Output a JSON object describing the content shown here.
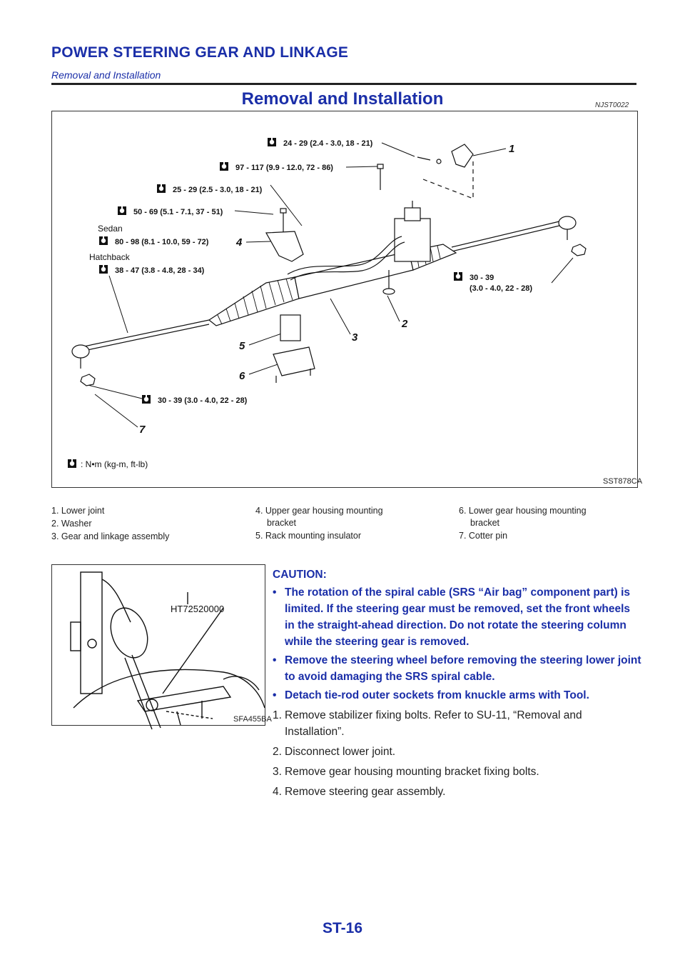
{
  "header": {
    "title": "POWER STEERING GEAR AND LINKAGE",
    "subtitle": "Removal and Installation"
  },
  "section": {
    "title": "Removal and Installation",
    "code": "NJST0022"
  },
  "figure1": {
    "code": "SST878CA",
    "torque_labels": [
      "24 - 29 (2.4 - 3.0, 18 - 21)",
      "97 - 117 (9.9 - 12.0, 72 - 86)",
      "25 - 29 (2.5 - 3.0, 18 - 21)",
      "50 - 69 (5.1 - 7.1, 37 - 51)",
      "80 - 98 (8.1 - 10.0, 59 - 72)",
      "38 - 47 (3.8 - 4.8, 28 - 34)",
      "30 - 39",
      "(3.0 - 4.0, 22 - 28)",
      "30 - 39 (3.0 - 4.0, 22 - 28)"
    ],
    "sedan_label": "Sedan",
    "hatchback_label": "Hatchback",
    "units_label": ": N•m (kg-m, ft-lb)",
    "part_numbers": [
      "1",
      "2",
      "3",
      "4",
      "5",
      "6",
      "7"
    ]
  },
  "legend": {
    "col1": [
      "1. Lower joint",
      "2. Washer",
      "3. Gear and linkage assembly"
    ],
    "col2": [
      "4. Upper gear housing mounting",
      "bracket",
      "5. Rack mounting insulator"
    ],
    "col3": [
      "6. Lower gear housing mounting",
      "bracket",
      "7. Cotter pin"
    ]
  },
  "figure2": {
    "tool_label": "HT72520000",
    "code": "SFA455BA"
  },
  "caution": {
    "title": "CAUTION:",
    "bullet_mark": "•",
    "bullets": [
      "The rotation of the spiral cable (SRS “Air bag” component part) is limited. If the steering gear must be removed, set the front wheels in the straight-ahead direction. Do not rotate the steering column while the steering gear is removed.",
      "Remove the steering wheel before removing the steering lower joint to avoid damaging the SRS spiral cable.",
      "Detach tie-rod outer sockets from knuckle arms with Tool."
    ]
  },
  "steps": [
    {
      "num": "1.",
      "text": "Remove stabilizer fixing bolts. Refer to SU-11, “Removal and Installation”."
    },
    {
      "num": "2.",
      "text": "Disconnect lower joint."
    },
    {
      "num": "3.",
      "text": "Remove gear housing mounting bracket fixing bolts."
    },
    {
      "num": "4.",
      "text": "Remove steering gear assembly."
    }
  ],
  "page_number": "ST-16"
}
